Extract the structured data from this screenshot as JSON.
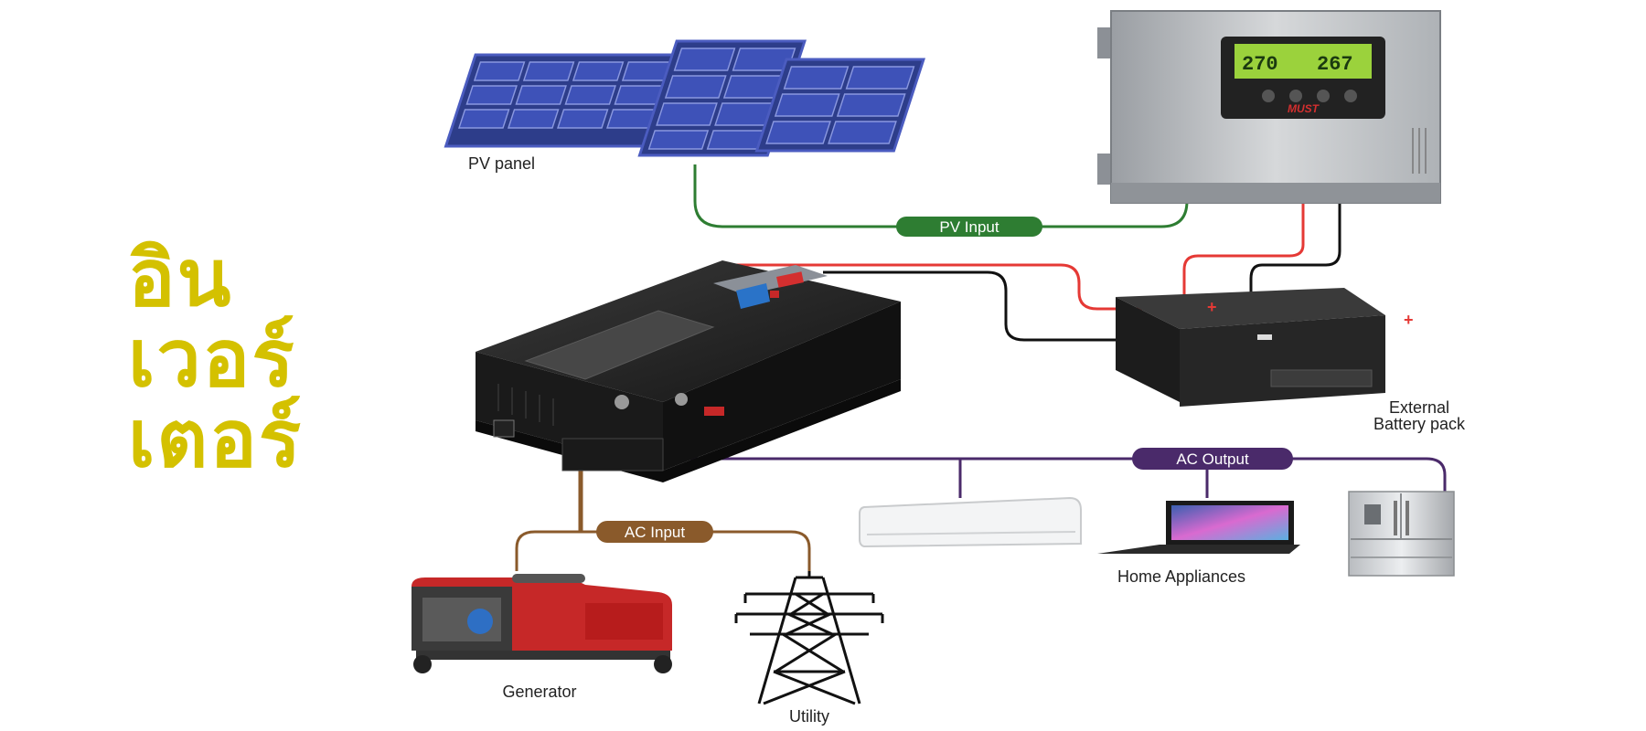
{
  "title_lines": [
    "อิน",
    "เวอร์",
    "เตอร์"
  ],
  "labels": {
    "pv_panel": "PV panel",
    "pv_input": "PV Input",
    "battery_line1": "External",
    "battery_line2": "Battery pack",
    "ac_output": "AC Output",
    "ac_input": "AC Input",
    "home_appliances": "Home Appliances",
    "generator": "Generator",
    "utility": "Utility"
  },
  "controller": {
    "brand": "MUST",
    "lcd_left": "270",
    "lcd_right": "267"
  },
  "colors": {
    "title_yellow": "#d4c100",
    "pv_green": "#2e7d32",
    "ac_output_purple": "#4a2a6a",
    "ac_input_brown": "#8a5a2b",
    "dc_red": "#e53935",
    "dc_black": "#111111"
  },
  "icons": [
    "solar-panel-icon",
    "charge-controller-icon",
    "inverter-icon",
    "battery-icon",
    "air-conditioner-icon",
    "laptop-icon",
    "refrigerator-icon",
    "generator-icon",
    "power-tower-icon"
  ]
}
